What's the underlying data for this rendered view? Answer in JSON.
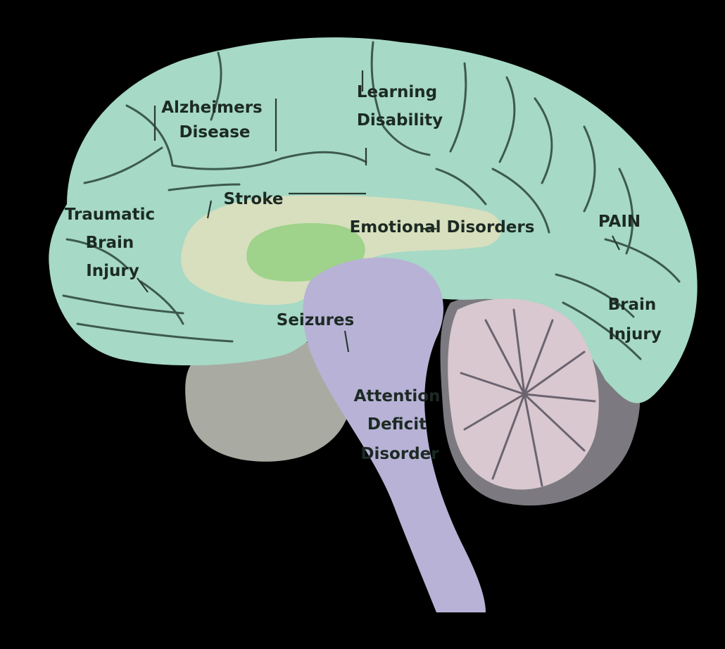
{
  "diagram": {
    "labels": {
      "alzheimers": [
        "Alzheimers",
        "Disease"
      ],
      "learning": [
        "Learning",
        "Disability"
      ],
      "stroke": [
        "Stroke"
      ],
      "traumatic": [
        "Traumatic",
        "Brain",
        "Injury"
      ],
      "emotional": [
        "Emotional Disorders"
      ],
      "pain": [
        "PAIN"
      ],
      "brain_injury": [
        "Brain",
        "Injury"
      ],
      "seizures": [
        "Seizures"
      ],
      "attention": [
        "Attention",
        "Deficit",
        "Disorder"
      ]
    },
    "colors": {
      "background": "#000000",
      "cortex": "#a6d9c6",
      "cingulate": "#d7dfbe",
      "limbic": "#9fd28a",
      "brainstem": "#b8b2d6",
      "cerebellum": "#d9c8cf",
      "base": "#a8aba2"
    }
  }
}
